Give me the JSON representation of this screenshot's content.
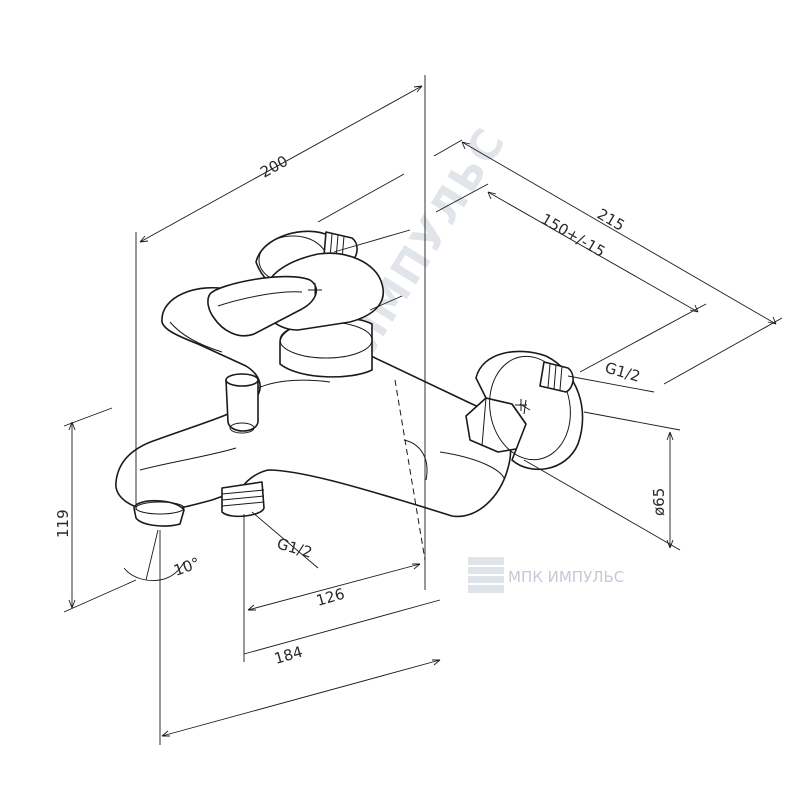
{
  "dimensions": {
    "d200": "200",
    "d215": "215",
    "d150": "150+/-15",
    "g12_right": "G1/2",
    "d65": "ø65",
    "d119": "119",
    "g12_bottom": "G1/2",
    "d10": "10°",
    "d126": "126",
    "d184": "184"
  },
  "watermark": {
    "diagonal": "МПК ИМПУЛЬС",
    "logo_text": "МПК ИМПУЛЬС"
  },
  "colors": {
    "line": "#1a1a1a",
    "watermark": "#c9ced6"
  }
}
